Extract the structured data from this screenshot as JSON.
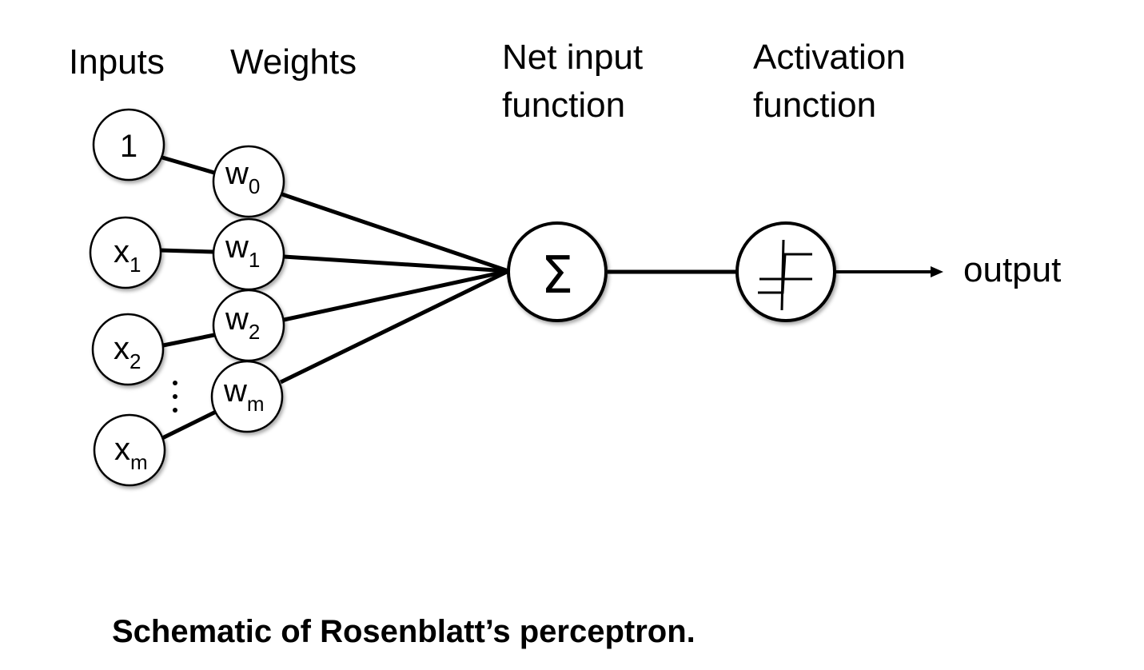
{
  "headers": {
    "inputs": "Inputs",
    "weights": "Weights",
    "net_input_line1": "Net input",
    "net_input_line2": "function",
    "activation_line1": "Activation",
    "activation_line2": "function"
  },
  "inputs": [
    {
      "base": "1",
      "sub": ""
    },
    {
      "base": "x",
      "sub": "1"
    },
    {
      "base": "x",
      "sub": "2"
    },
    {
      "base": "x",
      "sub": "m"
    }
  ],
  "weights": [
    {
      "base": "w",
      "sub": "0"
    },
    {
      "base": "w",
      "sub": "1"
    },
    {
      "base": "w",
      "sub": "2"
    },
    {
      "base": "w",
      "sub": "m"
    }
  ],
  "sum_symbol": "Σ",
  "output_label": "output",
  "caption": "Schematic of Rosenblatt’s perceptron.",
  "icons": {
    "ellipsis": "vertical-ellipsis-icon",
    "activation": "step-function-icon",
    "arrow": "arrow-right-icon"
  }
}
